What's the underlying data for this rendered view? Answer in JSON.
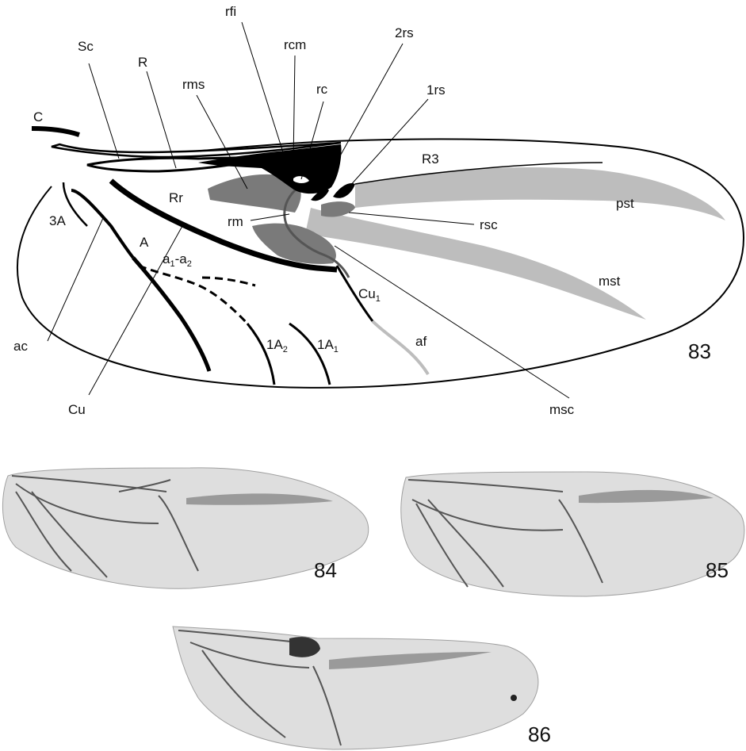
{
  "figure": {
    "main_number": "83",
    "photo_numbers": [
      "84",
      "85",
      "86"
    ]
  },
  "labels": {
    "sc": "Sc",
    "c": "C",
    "r": "R",
    "rms": "rms",
    "rfi": "rfi",
    "rcm": "rcm",
    "rc": "rc",
    "rs2": "2rs",
    "rs1": "1rs",
    "r3": "R3",
    "pst": "pst",
    "rsc": "rsc",
    "mst": "mst",
    "rr": "Rr",
    "rm": "rm",
    "a3": "3A",
    "a": "A",
    "a1a2": "a",
    "a1a2_sub1": "1",
    "a1a2_mid": "-a",
    "a1a2_sub2": "2",
    "cu1": "Cu",
    "cu1_sub": "1",
    "af": "af",
    "ac": "ac",
    "cu": "Cu",
    "msc": "msc",
    "a2": "1A",
    "a2_sub": "2",
    "a1": "1A",
    "a1_sub": "1"
  },
  "colors": {
    "vein": "#000000",
    "stigma_dark": "#7a7a7a",
    "stigma_light": "#bdbdbd",
    "photo_membrane": "#dedede"
  }
}
